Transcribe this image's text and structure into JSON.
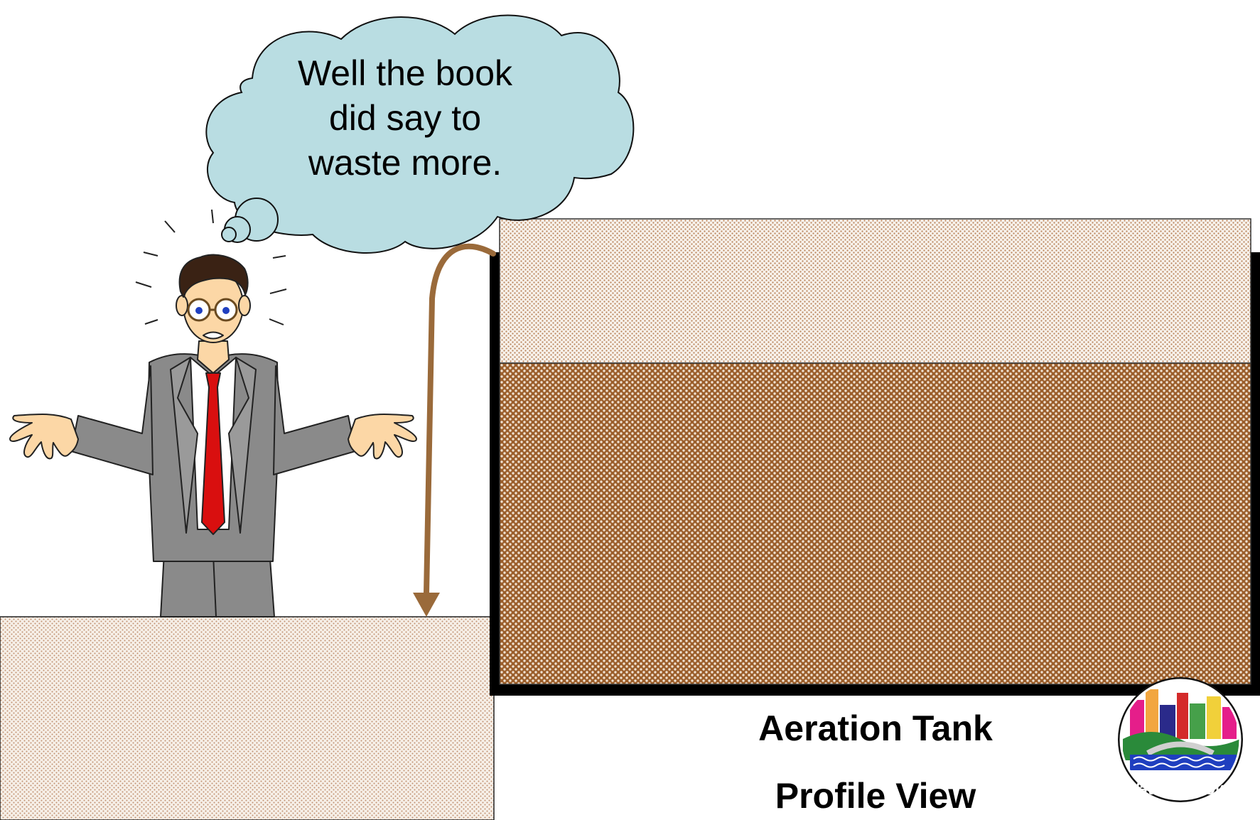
{
  "thought_bubble": {
    "line1": "Well the book",
    "line2": "did say to",
    "line3": "waste more."
  },
  "captions": {
    "tank_name": "Aeration Tank",
    "view_name": "Profile View"
  },
  "logo": {
    "text": "Waterloo Iowa"
  },
  "colors": {
    "bubble_fill": "#b9dde2",
    "sludge_brown": "#9b5e2b",
    "arrow_brown": "#9a6a3a",
    "tie_red": "#d90f0f",
    "suit_gray": "#8a8a8a",
    "skin": "#fcd7a6"
  },
  "icons": {
    "person": "confused-man-shrugging",
    "arrow": "waste-flow-arrow",
    "logo": "waterloo-iowa-seal"
  }
}
